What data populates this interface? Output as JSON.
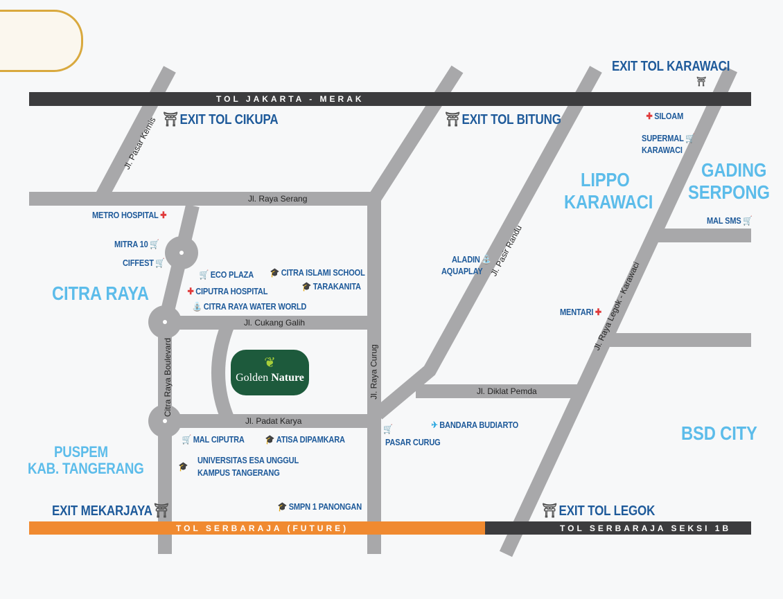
{
  "colors": {
    "road": "#a8a8aa",
    "toll": "#3c3c3e",
    "future_toll": "#f08a30",
    "label": "#1e5a9a",
    "area": "#5cbcea"
  },
  "tolls": {
    "jakarta_merak": "TOL JAKARTA - MERAK",
    "serbaraja_future": "TOL SERBARAJA (FUTURE)",
    "serbaraja_1b": "TOL SERBARAJA SEKSI 1B"
  },
  "roads": {
    "pasar_kemis": "Jl. Pasar Kemis",
    "raya_serang": "Jl. Raya Serang",
    "cukang_galih": "Jl. Cukang Galih",
    "padat_karya": "Jl. Padat Karya",
    "citra_raya_blvd": "Citra Raya Boulevard",
    "raya_curug": "Jl. Raya Curug",
    "pasir_randu": "Jl. Pasir Randu",
    "diklat_pemda": "Jl. Diklat Pemda",
    "legok_karawaci": "Jl. Raya Legok - Karawaci"
  },
  "exits": {
    "cikupa": "EXIT TOL CIKUPA",
    "bitung": "EXIT TOL BITUNG",
    "karawaci": "EXIT TOL KARAWACI",
    "mekarjaya": "EXIT MEKARJAYA",
    "legok": "EXIT TOL LEGOK"
  },
  "areas": {
    "citra_raya": "CITRA RAYA",
    "lippo1": "LIPPO",
    "lippo2": "KARAWACI",
    "gading1": "GADING",
    "gading2": "SERPONG",
    "bsd": "BSD CITY",
    "puspem1": "PUSPEM",
    "puspem2": "KAB. TANGERANG"
  },
  "places": {
    "metro_hospital": "METRO HOSPITAL",
    "mitra10": "MITRA 10",
    "ciffest": "CIFFEST",
    "eco_plaza": "ECO PLAZA",
    "ciputra_hospital": "CIPUTRA HOSPITAL",
    "water_world": "CITRA RAYA WATER WORLD",
    "citra_islami": "CITRA ISLAMI SCHOOL",
    "tarakanita": "TARAKANITA",
    "mal_ciputra": "MAL CIPUTRA",
    "atisa": "ATISA DIPAMKARA",
    "esa_unggul1": "UNIVERSITAS ESA UNGGUL",
    "esa_unggul2": "KAMPUS TANGERANG",
    "smpn": "SMPN 1 PANONGAN",
    "pasar_curug": "PASAR CURUG",
    "bandara": "BANDARA BUDIARTO",
    "aladin1": "ALADIN",
    "aladin2": "AQUAPLAY",
    "siloam": "SILOAM",
    "supermal1": "SUPERMAL",
    "supermal2": "KARAWACI",
    "mal_sms": "MAL SMS",
    "mentari": "MENTARI"
  },
  "logo": {
    "name1": "Golden",
    "name2": "Nature"
  }
}
